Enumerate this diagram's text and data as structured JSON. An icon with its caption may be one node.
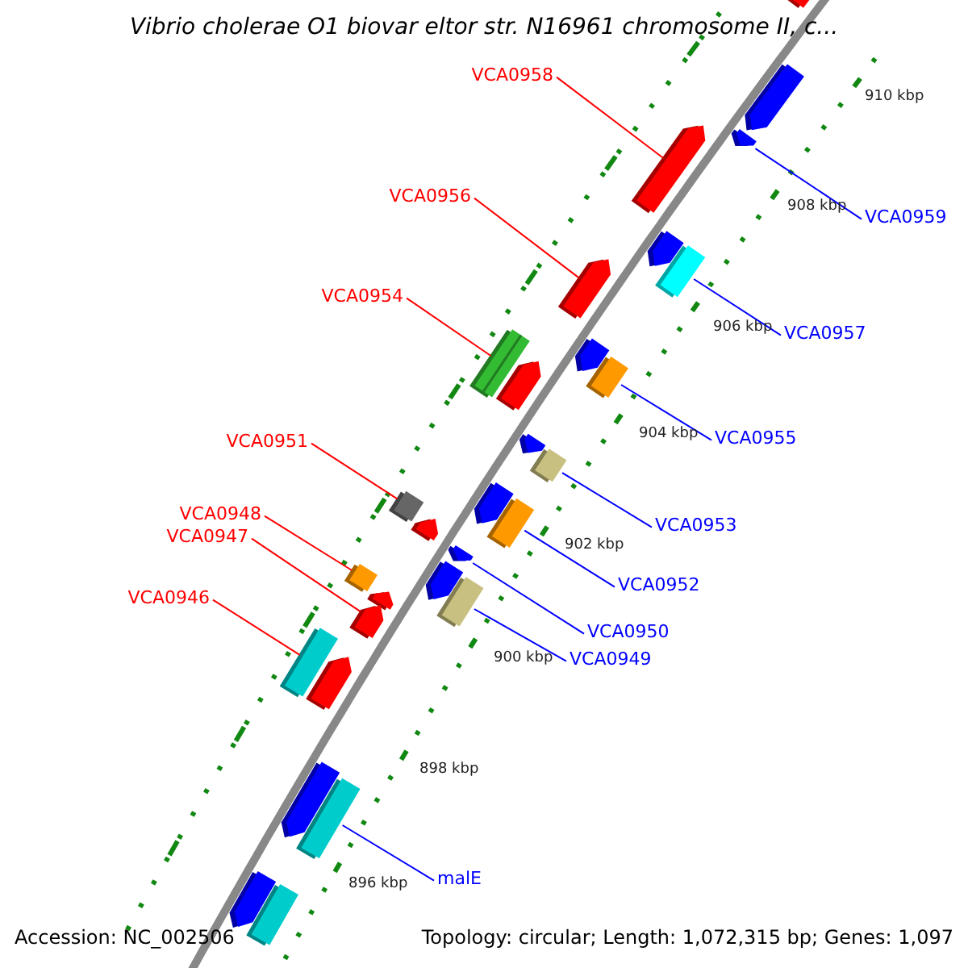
{
  "diagram": {
    "title": "Vibrio cholerae O1 biovar eltor str. N16961 chromosome II, c...",
    "nodes": [
      {
        "text": [
          "VCA0958"
        ]
      },
      {
        "text": [
          "VCA0959"
        ]
      },
      {
        "text": [
          "VCA0956"
        ]
      },
      {
        "text": [
          "VCA0957"
        ]
      },
      {
        "text": [
          "VCA0954"
        ]
      },
      {
        "text": [
          "VCA0955"
        ]
      },
      {
        "text": [
          "VCA0951"
        ]
      },
      {
        "text": [
          "VCA0953"
        ]
      },
      {
        "text": [
          "VCA0948"
        ]
      },
      {
        "text": [
          "VCA0947"
        ]
      },
      {
        "text": [
          "VCA0952"
        ]
      },
      {
        "text": [
          "VCA0946"
        ]
      },
      {
        "text": [
          "VCA0950"
        ]
      },
      {
        "text": [
          "VCA0949"
        ]
      },
      {
        "text": [
          "malE"
        ]
      },
      {
        "text": [],
        "shape": "arrow"
      },
      {
        "text": [],
        "shape": "arrow"
      },
      {
        "text": [],
        "shape": "arrow"
      },
      {
        "text": [],
        "shape": "arrow"
      },
      {
        "text": [],
        "shape": "arrow"
      },
      {
        "text": [],
        "shape": "box"
      },
      {
        "text": [],
        "shape": "arrow"
      },
      {
        "text": [],
        "shape": "arrow"
      },
      {
        "text": [],
        "shape": "box"
      },
      {
        "text": [],
        "shape": "box"
      },
      {
        "text": [],
        "shape": "arrow"
      },
      {
        "text": [],
        "shape": "arrow"
      },
      {
        "text": [],
        "shape": "box"
      },
      {
        "text": [],
        "shape": "arrow"
      },
      {
        "text": [],
        "shape": "box"
      },
      {
        "text": [],
        "shape": "box"
      },
      {
        "text": [],
        "shape": "arrow"
      },
      {
        "text": [],
        "shape": "arrow"
      },
      {
        "text": [],
        "shape": "box"
      },
      {
        "text": [],
        "shape": "arrow"
      },
      {
        "text": [],
        "shape": "arrow"
      },
      {
        "text": [],
        "shape": "box"
      },
      {
        "text": [],
        "shape": "arrow"
      },
      {
        "text": [],
        "shape": "box"
      },
      {
        "text": [],
        "shape": "arrow"
      },
      {
        "text": [],
        "shape": "arrow"
      },
      {
        "text": [],
        "shape": "box"
      },
      {
        "text": [],
        "shape": "arrow"
      },
      {
        "text": [],
        "shape": "box"
      }
    ],
    "edges": [
      {
        "from": 0,
        "to": 18,
        "arrow": "none",
        "color": "#ff0000"
      },
      {
        "from": 1,
        "to": 17,
        "arrow": "none"
      },
      {
        "from": 2,
        "to": 21,
        "arrow": "none",
        "color": "#ff0000"
      },
      {
        "from": 3,
        "to": 20,
        "arrow": "none"
      },
      {
        "from": 4,
        "to": 23,
        "arrow": "none",
        "color": "#ff0000"
      },
      {
        "from": 5,
        "to": 24,
        "arrow": "none"
      },
      {
        "from": 6,
        "to": 29,
        "arrow": "none",
        "color": "#ff0000"
      },
      {
        "from": 7,
        "to": 27,
        "arrow": "none"
      },
      {
        "from": 8,
        "to": 33,
        "arrow": "none",
        "color": "#ff0000"
      },
      {
        "from": 9,
        "to": 37,
        "arrow": "none",
        "color": "#ff0000"
      },
      {
        "from": 10,
        "to": 30,
        "arrow": "none"
      },
      {
        "from": 11,
        "to": 38,
        "arrow": "none",
        "color": "#ff0000"
      },
      {
        "from": 12,
        "to": 32,
        "arrow": "none"
      },
      {
        "from": 13,
        "to": 36,
        "arrow": "none"
      },
      {
        "from": 14,
        "to": 41,
        "arrow": "none"
      }
    ],
    "labels": [
      "910 kbp",
      "908 kbp",
      "906 kbp",
      "904 kbp",
      "902 kbp",
      "900 kbp",
      "898 kbp",
      "896 kbp",
      "Accession: NC_002506",
      "Topology: circular; Length: 1,072,315 bp; Genes: 1,097"
    ]
  }
}
